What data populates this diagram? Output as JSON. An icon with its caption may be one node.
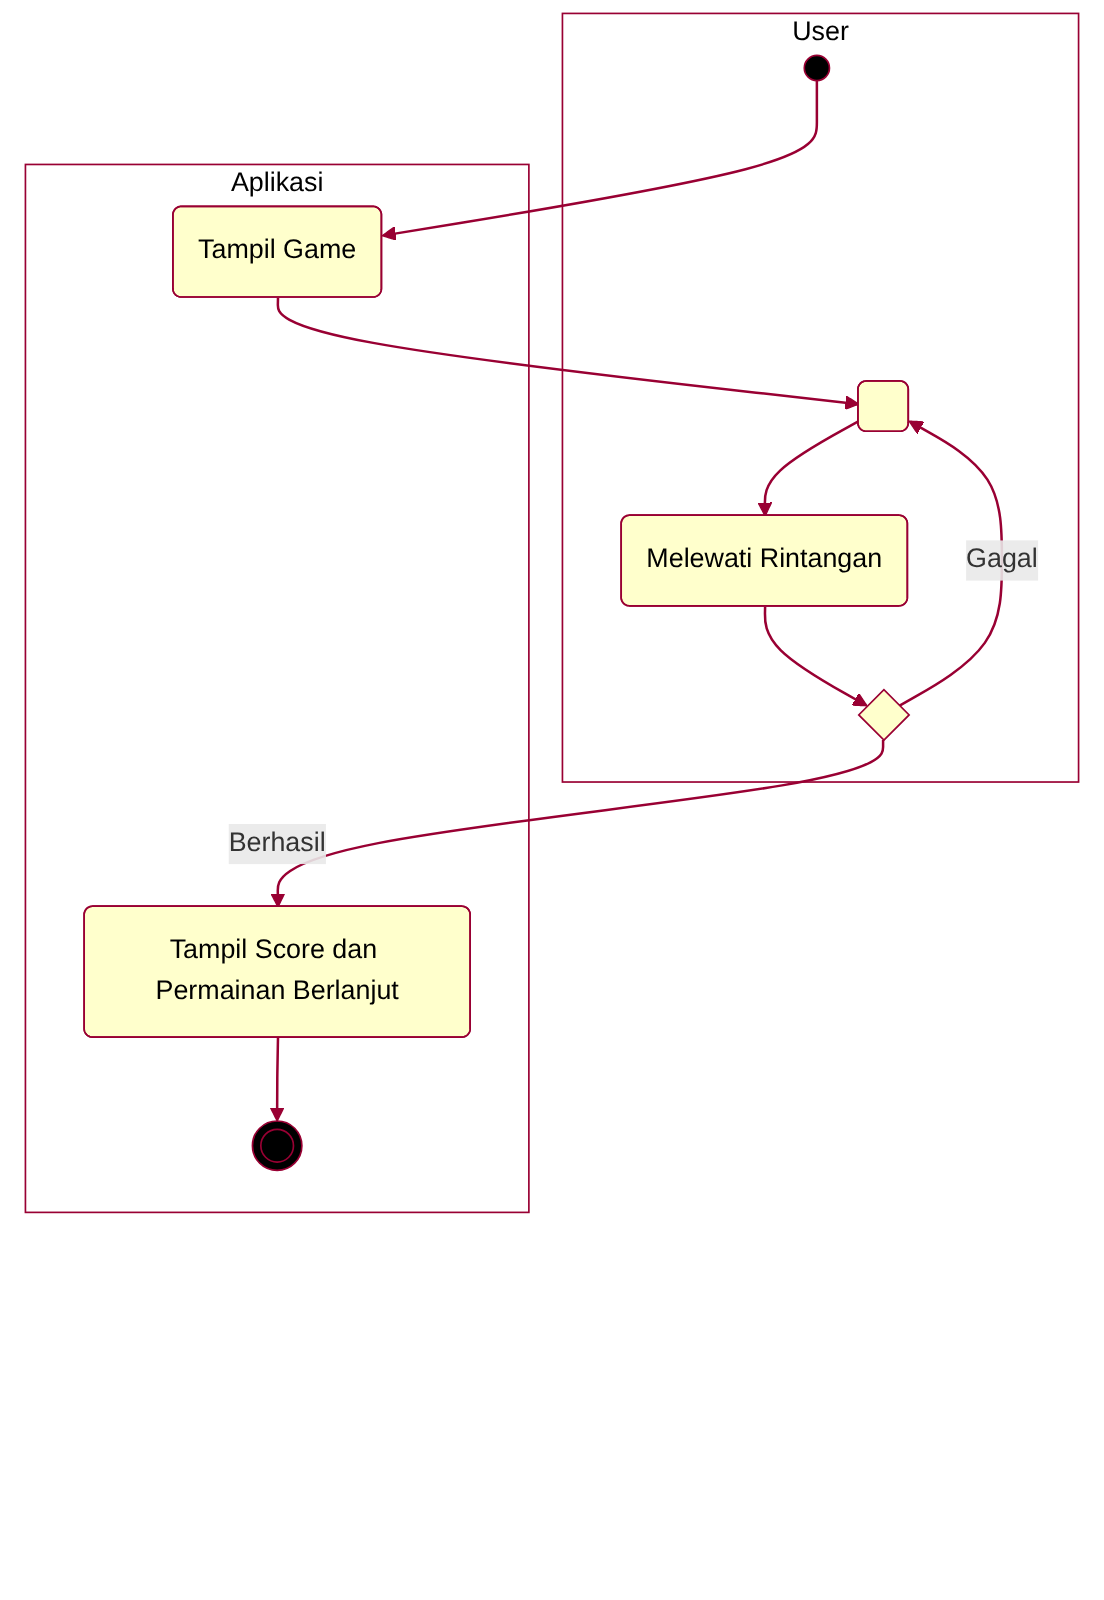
{
  "diagram": {
    "nodes": [
      {
        "text": [
          "User"
        ]
      },
      {
        "text": [],
        "shape": "circle",
        "in": 0
      },
      {
        "text": [],
        "shape": "box",
        "in": 0
      },
      {
        "text": [
          "Melewati Rintangan"
        ],
        "in": 0
      },
      {
        "text": [],
        "shape": "diamond",
        "in": 0
      },
      {
        "text": [
          "Aplikasi"
        ]
      },
      {
        "text": [
          "Tampil Game"
        ],
        "in": 5
      },
      {
        "text": [
          "Tampil Score dan Permainan Berlanjut"
        ],
        "in": 5
      },
      {
        "text": [],
        "shape": "circle",
        "in": 5
      }
    ],
    "edges": [
      {
        "from": 1,
        "to": 6,
        "arrow": "to"
      },
      {
        "from": 6,
        "to": 2,
        "arrow": "to"
      },
      {
        "from": 2,
        "to": 3,
        "arrow": "to"
      },
      {
        "from": 3,
        "to": 4,
        "arrow": "to"
      },
      {
        "from": 4,
        "to": 2,
        "label": "Gagal",
        "arrow": "to"
      },
      {
        "from": 4,
        "to": 7,
        "label": "Berhasil",
        "arrow": "to"
      },
      {
        "from": 7,
        "to": 8,
        "arrow": "to"
      }
    ]
  }
}
